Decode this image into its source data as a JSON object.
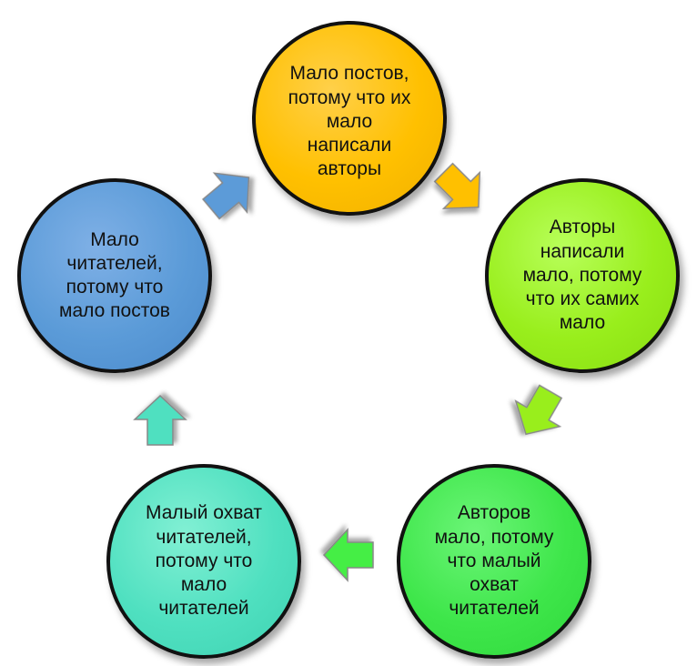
{
  "nodes": {
    "top": {
      "text": "Мало постов,\nпотому что их\nмало\nнаписали\nавторы",
      "color": "#ffc000"
    },
    "right": {
      "text": "Авторы\nнаписали\nмало, потому\nчто их самих\nмало",
      "color": "#99ee1c"
    },
    "bottom_right": {
      "text": "Авторов\nмало, потому\nчто малый\nохват\nчитателей",
      "color": "#3ee64a"
    },
    "bottom_left": {
      "text": "Малый охват\nчитателей,\nпотому что\nмало\nчитателей",
      "color": "#4fe0c0"
    },
    "left": {
      "text": "Мало\nчитателей,\nпотому что\nмало постов",
      "color": "#5b9bd8"
    }
  },
  "arrows": {
    "top_to_right": {
      "color": "#ffc000"
    },
    "right_to_bottom_right": {
      "color": "#99ee1c"
    },
    "bottom_right_to_bottom_left": {
      "color": "#44ee44"
    },
    "bottom_left_to_left": {
      "color": "#4fe0c0"
    },
    "left_to_top": {
      "color": "#5b9bd8"
    }
  }
}
